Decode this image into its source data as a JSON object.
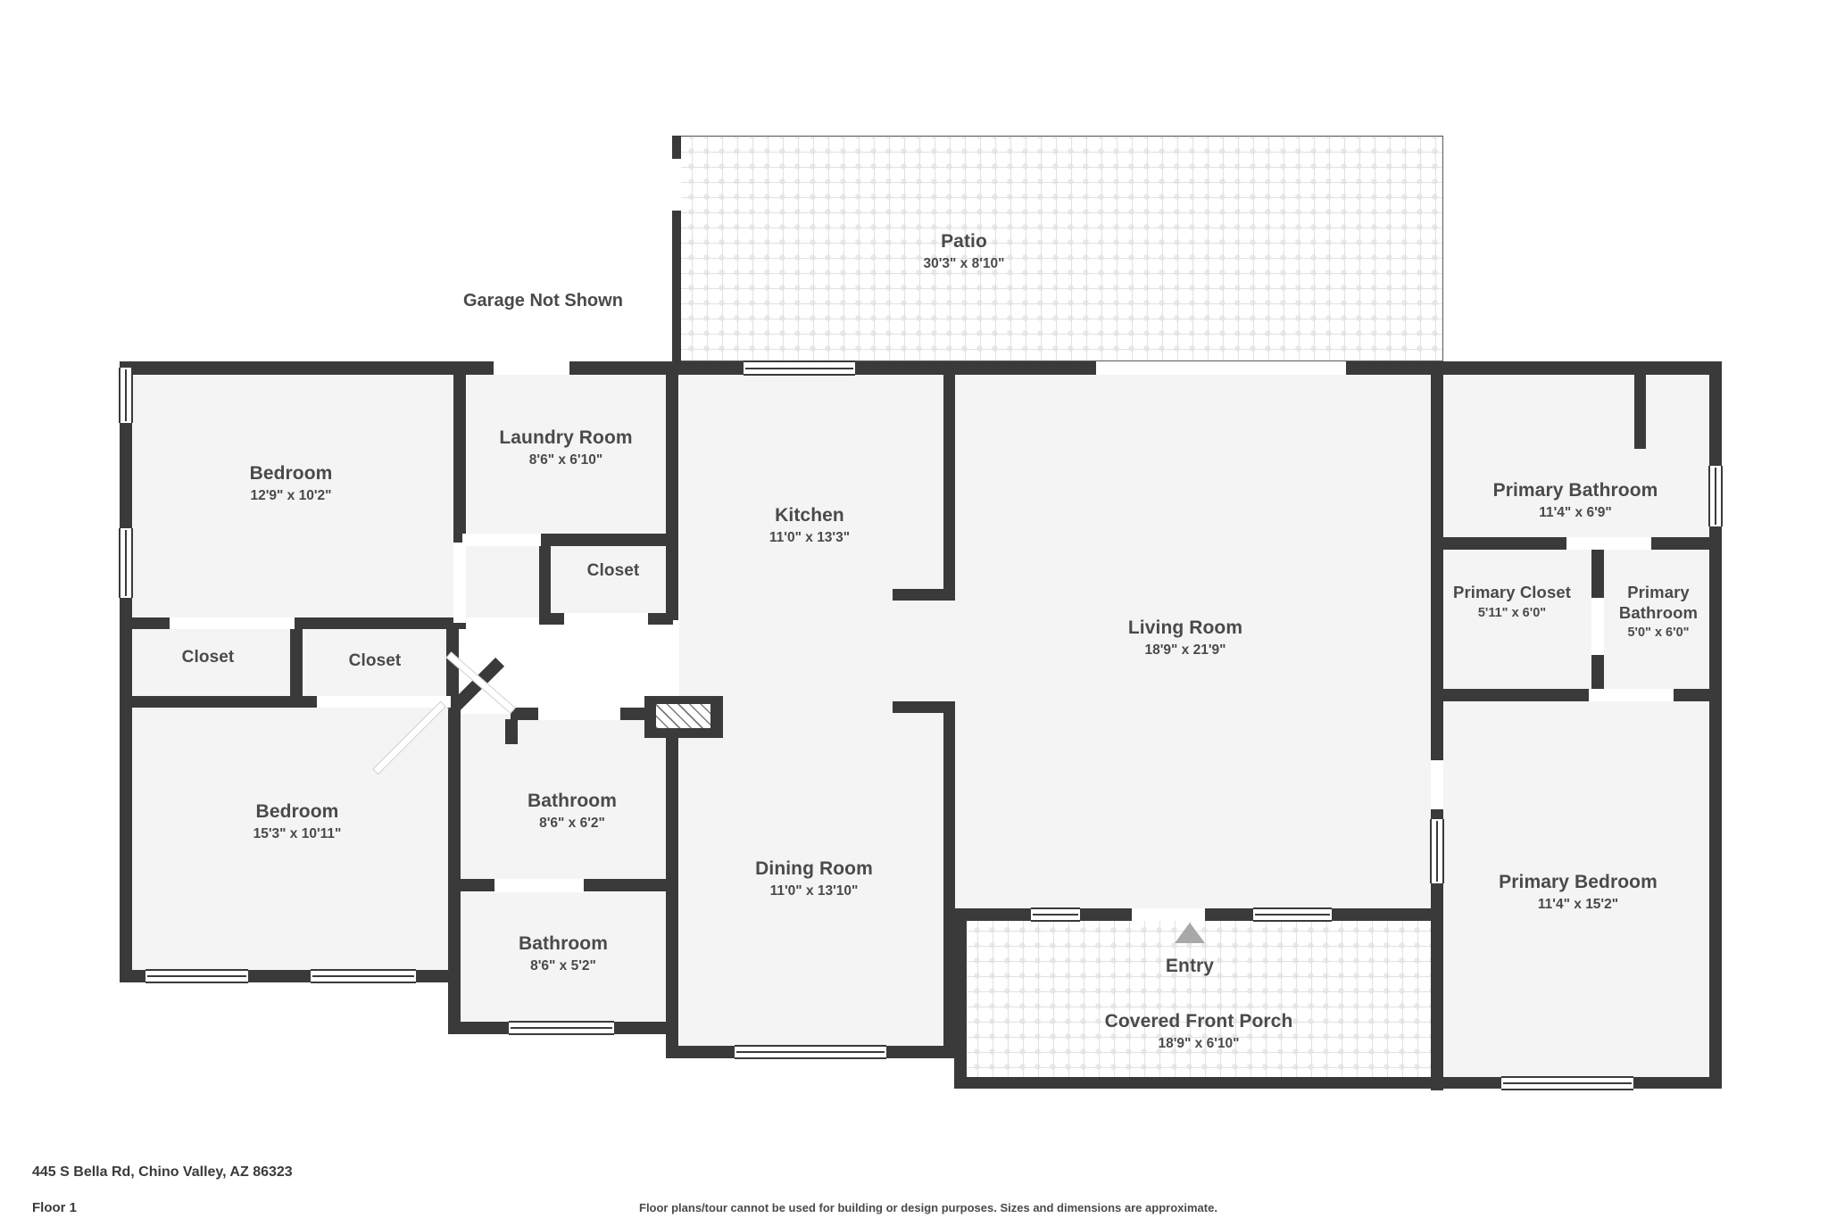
{
  "footer": {
    "address": "445 S Bella Rd, Chino Valley, AZ 86323",
    "floor": "Floor 1",
    "disclaimer": "Floor plans/tour cannot be used for building or design purposes. Sizes and dimensions are approximate."
  },
  "notes": {
    "garage": "Garage Not Shown"
  },
  "markers": {
    "entry_label": "Entry",
    "entry_icon": "triangle-up-icon"
  },
  "colors": {
    "wall": "#3a3a3a",
    "room_fill": "#f4f4f4",
    "label_text": "#4a4a4a",
    "tile_line": "#e2e2e2",
    "entry_marker": "#a8a8a8",
    "page_background": "#ffffff"
  },
  "rooms": [
    {
      "id": "patio",
      "name": "Patio",
      "dimensions": "30'3\" x 8'10\""
    },
    {
      "id": "bedroom-1",
      "name": "Bedroom",
      "dimensions": "12'9\" x 10'2\""
    },
    {
      "id": "laundry-room",
      "name": "Laundry Room",
      "dimensions": "8'6\" x 6'10\""
    },
    {
      "id": "closet-laundry",
      "name": "Closet",
      "dimensions": ""
    },
    {
      "id": "kitchen",
      "name": "Kitchen",
      "dimensions": "11'0\" x 13'3\""
    },
    {
      "id": "primary-bathroom-1",
      "name": "Primary Bathroom",
      "dimensions": "11'4\" x 6'9\""
    },
    {
      "id": "closet-left",
      "name": "Closet",
      "dimensions": ""
    },
    {
      "id": "closet-right",
      "name": "Closet",
      "dimensions": ""
    },
    {
      "id": "living-room",
      "name": "Living Room",
      "dimensions": "18'9\" x 21'9\""
    },
    {
      "id": "primary-closet",
      "name": "Primary Closet",
      "dimensions": "5'11\" x 6'0\""
    },
    {
      "id": "primary-bathroom-2",
      "name": "Primary Bathroom",
      "dimensions": "5'0\" x 6'0\""
    },
    {
      "id": "bedroom-2",
      "name": "Bedroom",
      "dimensions": "15'3\" x 10'11\""
    },
    {
      "id": "bathroom-1",
      "name": "Bathroom",
      "dimensions": "8'6\" x 6'2\""
    },
    {
      "id": "dining-room",
      "name": "Dining Room",
      "dimensions": "11'0\" x 13'10\""
    },
    {
      "id": "bathroom-2",
      "name": "Bathroom",
      "dimensions": "8'6\" x 5'2\""
    },
    {
      "id": "primary-bedroom",
      "name": "Primary Bedroom",
      "dimensions": "11'4\" x 15'2\""
    },
    {
      "id": "covered-front-porch",
      "name": "Covered Front Porch",
      "dimensions": "18'9\" x 6'10\""
    }
  ]
}
